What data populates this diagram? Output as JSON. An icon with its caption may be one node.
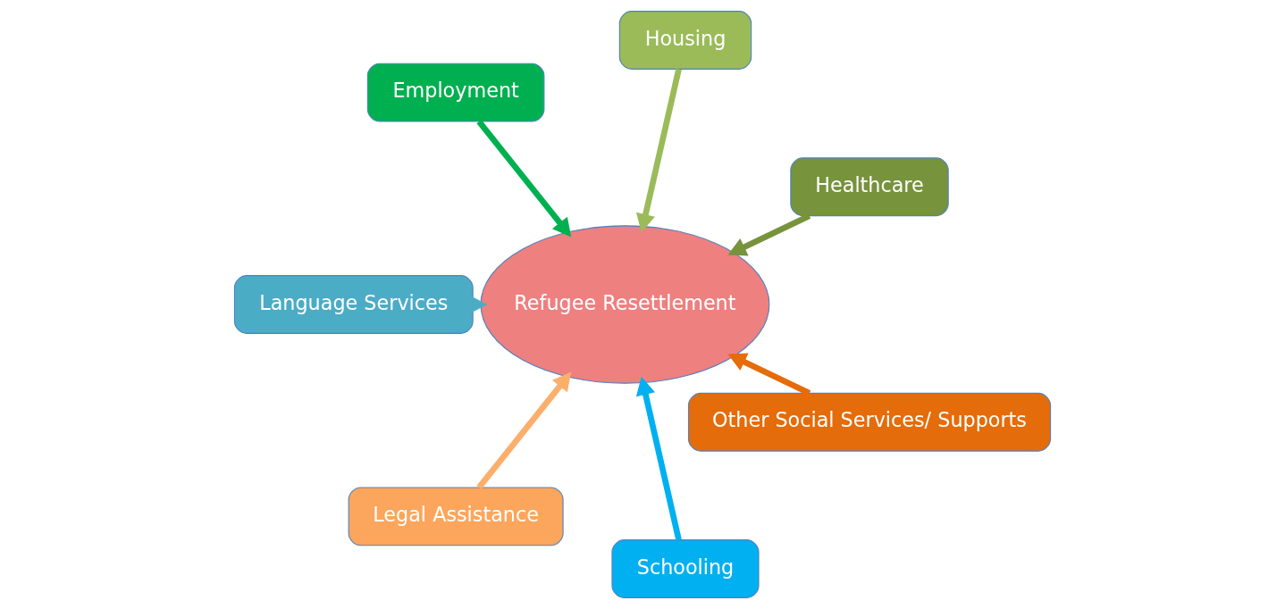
{
  "diagram": {
    "nodes": [
      {
        "text": [
          "Healthcare"
        ]
      },
      {
        "text": [
          "Housing"
        ]
      },
      {
        "text": [
          "Employment"
        ]
      },
      {
        "text": [
          "Language Services"
        ]
      },
      {
        "text": [
          "Legal Assistance"
        ]
      },
      {
        "text": [
          "Schooling"
        ]
      },
      {
        "text": [
          "Refugee Resettlement"
        ]
      },
      {
        "text": [
          "Other Social Services/ Supports"
        ]
      }
    ],
    "edges": [
      {
        "from": 0,
        "to": 6,
        "arrow": "to",
        "color": "#77933c"
      },
      {
        "from": 1,
        "to": 6,
        "arrow": "to",
        "color": "#9bbb59"
      },
      {
        "from": 2,
        "to": 6,
        "arrow": "to",
        "color": "#00b050"
      },
      {
        "from": 3,
        "to": 6,
        "arrow": "to",
        "color": "#4bacc6"
      },
      {
        "from": 4,
        "to": 6,
        "arrow": "to",
        "color": "#fcae6b"
      },
      {
        "from": 5,
        "to": 6,
        "arrow": "to",
        "color": "#00b0f0"
      },
      {
        "from": 7,
        "to": 6,
        "arrow": "to",
        "color": "#e46c0a"
      }
    ]
  }
}
